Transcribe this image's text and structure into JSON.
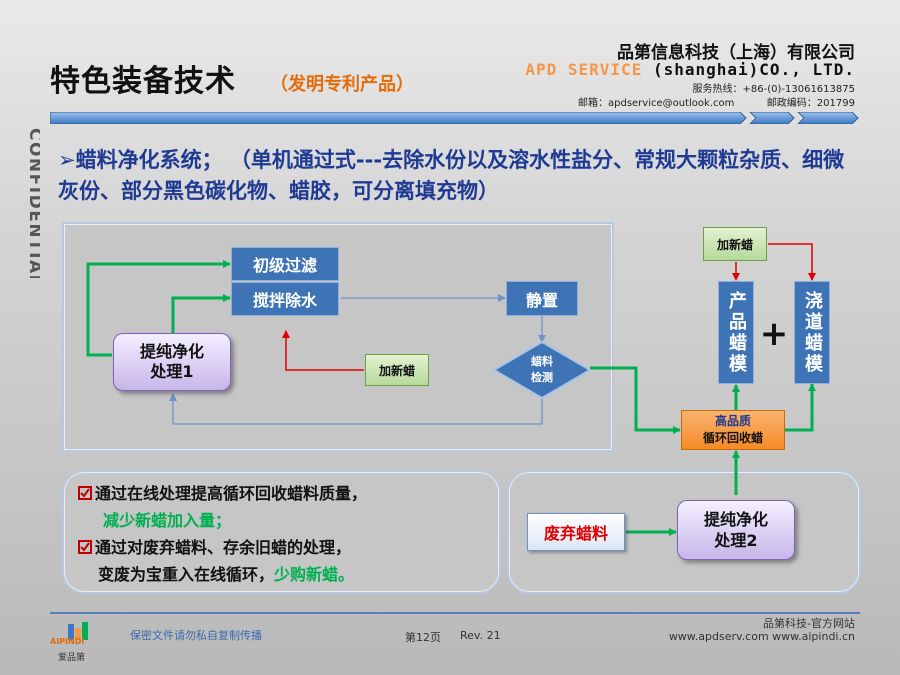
{
  "header": {
    "title": "特色装备技术",
    "subtitle": "（发明专利产品）",
    "company_cn": "品第信息科技（上海）有限公司",
    "company_en_brand": "APD SERVICE",
    "company_en_rest": "(shanghai)CO., LTD.",
    "hotline": "服务热线：+86-(0)-13061613875",
    "email": "邮箱：apdservice@outlook.com",
    "postcode": "邮政编码：201799",
    "confidential": "CONFIDENTIAL"
  },
  "headline": {
    "marker": "➢",
    "main": "蜡料净化系统；",
    "detail": "（单机通过式---去除水份以及溶水性盐分、常规大颗粒杂质、细微灰份、部分黑色碳化物、蜡胶，可分离填充物）"
  },
  "diagram": {
    "initial_filter": "初级过滤",
    "stir_dewater": "搅拌除水",
    "standing": "静置",
    "purify1_line1": "提纯净化",
    "purify1_line2": "处理1",
    "add_wax_left": "加新蜡",
    "wax_detect_line1": "蜡料",
    "wax_detect_line2": "检测",
    "add_wax_top": "加新蜡",
    "product_mold": "产品蜡模",
    "gate_mold": "浇道蜡模",
    "plus": "+",
    "recycle_line1": "高品质",
    "recycle_line2": "循环回收蜡",
    "waste_wax": "废弃蜡料",
    "purify2_line1": "提纯净化",
    "purify2_line2": "处理2"
  },
  "notes": {
    "item1_line1": "通过在线处理提高循环回收蜡料质量，",
    "item1_line2": "减少新蜡加入量；",
    "item2_line1": "通过对废弃蜡料、存余旧蜡的处理，",
    "item2_line2a": "变废为宝重入在线循环，",
    "item2_line2b": "少购新蜡。"
  },
  "footer": {
    "logo_text": "AIPINDI",
    "logo_sub": "爱品第",
    "confidential_note": "保密文件请勿私自复制传播",
    "page": "第12页",
    "rev": "Rev. 21",
    "site_label": "品第科技-官方网站",
    "urls": "www.apdserv.com    www.aipindi.cn"
  },
  "colors": {
    "title_accent": "#e36c09",
    "headline": "#1f3a93",
    "blue_box": "#3e74b5",
    "green_arrow": "#00b050",
    "red_arrow": "#e00000",
    "orange_box": "#f79646"
  }
}
